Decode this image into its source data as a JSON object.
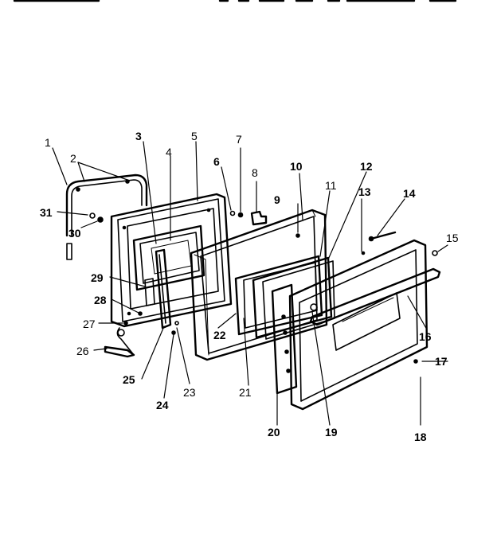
{
  "diagram": {
    "callouts": [
      {
        "id": "1",
        "label": "1"
      },
      {
        "id": "2",
        "label": "2"
      },
      {
        "id": "3",
        "label": "3"
      },
      {
        "id": "4",
        "label": "4"
      },
      {
        "id": "5",
        "label": "5"
      },
      {
        "id": "6",
        "label": "6"
      },
      {
        "id": "7",
        "label": "7"
      },
      {
        "id": "8",
        "label": "8"
      },
      {
        "id": "9",
        "label": "9"
      },
      {
        "id": "10",
        "label": "10"
      },
      {
        "id": "11",
        "label": "11"
      },
      {
        "id": "12",
        "label": "12"
      },
      {
        "id": "13",
        "label": "13"
      },
      {
        "id": "14",
        "label": "14"
      },
      {
        "id": "15",
        "label": "15"
      },
      {
        "id": "16",
        "label": "16"
      },
      {
        "id": "17",
        "label": "17"
      },
      {
        "id": "18",
        "label": "18"
      },
      {
        "id": "19",
        "label": "19"
      },
      {
        "id": "20",
        "label": "20"
      },
      {
        "id": "21",
        "label": "21"
      },
      {
        "id": "22",
        "label": "22"
      },
      {
        "id": "23",
        "label": "23"
      },
      {
        "id": "24",
        "label": "24"
      },
      {
        "id": "25",
        "label": "25"
      },
      {
        "id": "26",
        "label": "26"
      },
      {
        "id": "27",
        "label": "27"
      },
      {
        "id": "28",
        "label": "28"
      },
      {
        "id": "29",
        "label": "29"
      },
      {
        "id": "30",
        "label": "30"
      },
      {
        "id": "31",
        "label": "31"
      }
    ]
  }
}
